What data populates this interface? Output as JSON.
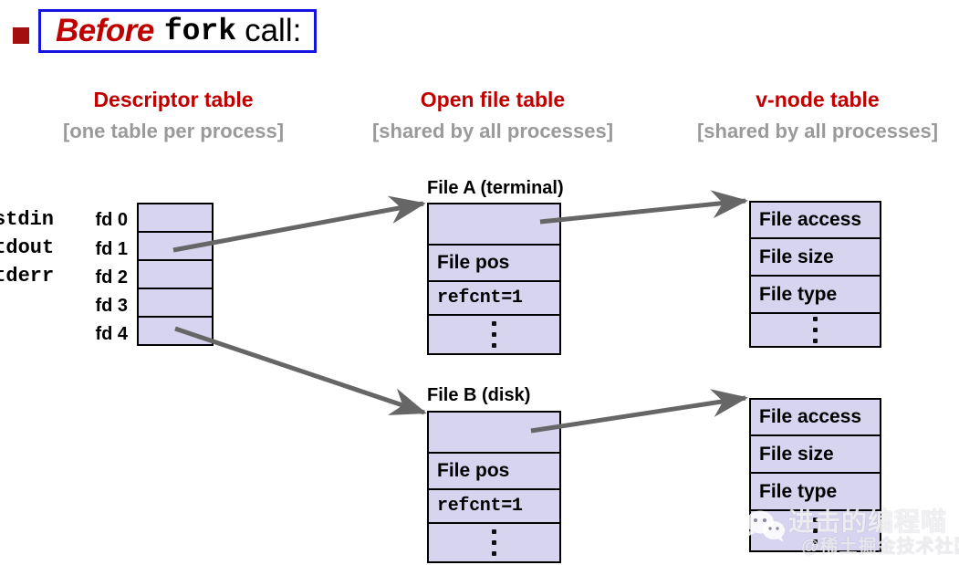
{
  "slide": {
    "title": {
      "bullet": "square-bullet",
      "before": "Before",
      "fork": "fork",
      "call": "call:"
    },
    "columns": [
      {
        "title": "Descriptor table",
        "subtitle": "[one table per process]"
      },
      {
        "title": "Open file table",
        "subtitle": "[shared by all processes]"
      },
      {
        "title": "v-node table",
        "subtitle": "[shared by all processes]"
      }
    ],
    "descriptor_table": {
      "std_labels": [
        "stdin",
        "stdout",
        "stderr"
      ],
      "fd_labels": [
        "fd 0",
        "fd 1",
        "fd 2",
        "fd 3",
        "fd 4"
      ],
      "rows": [
        "",
        "",
        "",
        "",
        ""
      ]
    },
    "open_file_tables": [
      {
        "caption": "File A (terminal)",
        "rows": [
          "",
          "File pos",
          "refcnt=1",
          "⋮"
        ]
      },
      {
        "caption": "File B (disk)",
        "rows": [
          "",
          "File pos",
          "refcnt=1",
          "⋮"
        ]
      }
    ],
    "vnode_tables": [
      {
        "rows": [
          "File access",
          "File size",
          "File type",
          "⋮"
        ]
      },
      {
        "rows": [
          "File access",
          "File size",
          "File type",
          "⋮"
        ]
      }
    ],
    "watermark": {
      "main": "进击的编程喵",
      "sub": "@稀土掘金技术社区",
      "icon": "wechat-icon"
    },
    "colors": {
      "title_red": "#c00000",
      "title_border_blue": "#1414e0",
      "bullet_red": "#a30f0f",
      "header_red": "#c00000",
      "header_gray": "#9a9a9a",
      "cell_fill": "#d7d4f0",
      "cell_border": "#000000",
      "arrow_gray": "#666666"
    }
  }
}
